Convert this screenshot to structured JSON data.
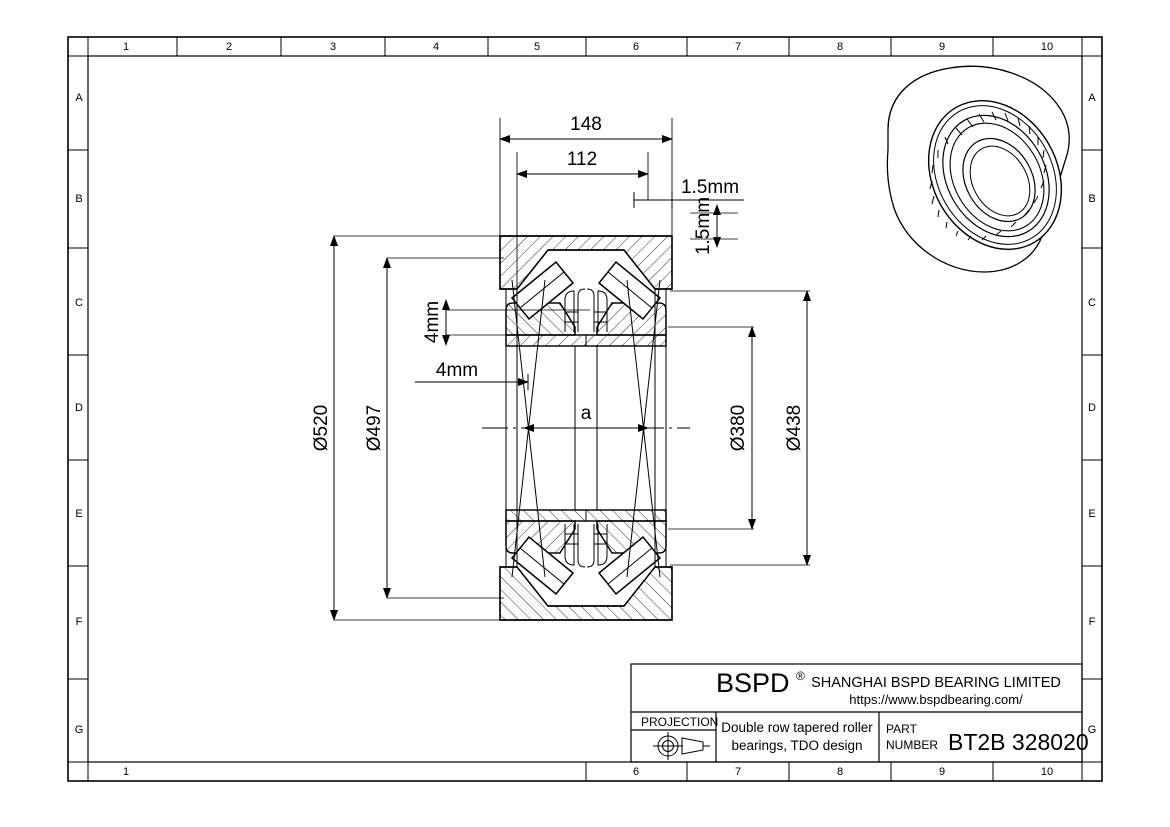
{
  "document": {
    "type": "engineering-drawing",
    "subject": "Double row tapered roller bearing cross-section"
  },
  "frame": {
    "columns_top": [
      "1",
      "2",
      "3",
      "4",
      "5",
      "6",
      "7",
      "8",
      "9",
      "10"
    ],
    "columns_bottom": [
      "1",
      "6",
      "7",
      "8",
      "9",
      "10"
    ],
    "rows_left": [
      "A",
      "B",
      "C",
      "D",
      "E",
      "F",
      "G"
    ],
    "rows_right": [
      "A",
      "B",
      "C",
      "D",
      "E",
      "F",
      "G"
    ]
  },
  "dimensions": {
    "width_overall": "148",
    "width_inner": "112",
    "chamfer_h": "1.5mm",
    "chamfer_v": "1.5mm",
    "fillet_v": "4mm",
    "fillet_h": "4mm",
    "outer_diameter": "Ø520",
    "outer_race_diameter": "Ø497",
    "bore_diameter": "Ø380",
    "inner_race_diameter": "Ø438",
    "center_distance": "a"
  },
  "title_block": {
    "brand": "BSPD",
    "registered_mark": "®",
    "company": "SHANGHAI BSPD BEARING LIMITED",
    "website": "https://www.bspdbearing.com/",
    "projection_label": "PROJECTION",
    "description_line1": "Double row tapered roller",
    "description_line2": "bearings, TDO design",
    "part_label_line1": "PART",
    "part_label_line2": "NUMBER",
    "part_number": "BT2B 328020"
  },
  "icons": {
    "projection_symbol": "first-angle-projection-icon",
    "bearing_3d": "bearing-isometric-view-icon"
  },
  "colors": {
    "line": "#000000",
    "background": "#ffffff"
  }
}
